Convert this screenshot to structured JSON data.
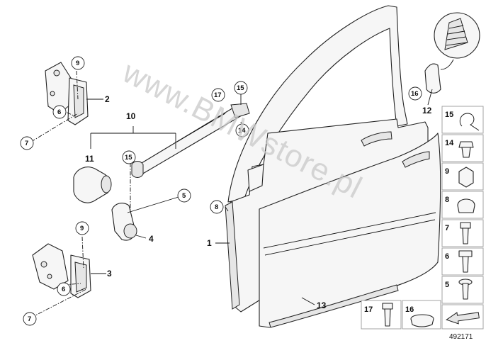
{
  "diagram": {
    "diagram_number": "492171",
    "watermark": "www.BMWstore.pl",
    "callouts": [
      "1",
      "2",
      "3",
      "4",
      "5",
      "6",
      "7",
      "8",
      "9",
      "10",
      "11",
      "12",
      "13",
      "14",
      "15",
      "16",
      "17"
    ],
    "parts_table": [
      {
        "num": "15",
        "part": "clip"
      },
      {
        "num": "14",
        "part": "clip"
      },
      {
        "num": "9",
        "part": "nut"
      },
      {
        "num": "8",
        "part": "nut"
      },
      {
        "num": "7",
        "part": "bolt"
      },
      {
        "num": "6",
        "part": "bolt"
      },
      {
        "num": "5",
        "part": "screw"
      },
      {
        "num": "17",
        "part": "bolt"
      },
      {
        "num": "16",
        "part": "plug"
      }
    ]
  }
}
